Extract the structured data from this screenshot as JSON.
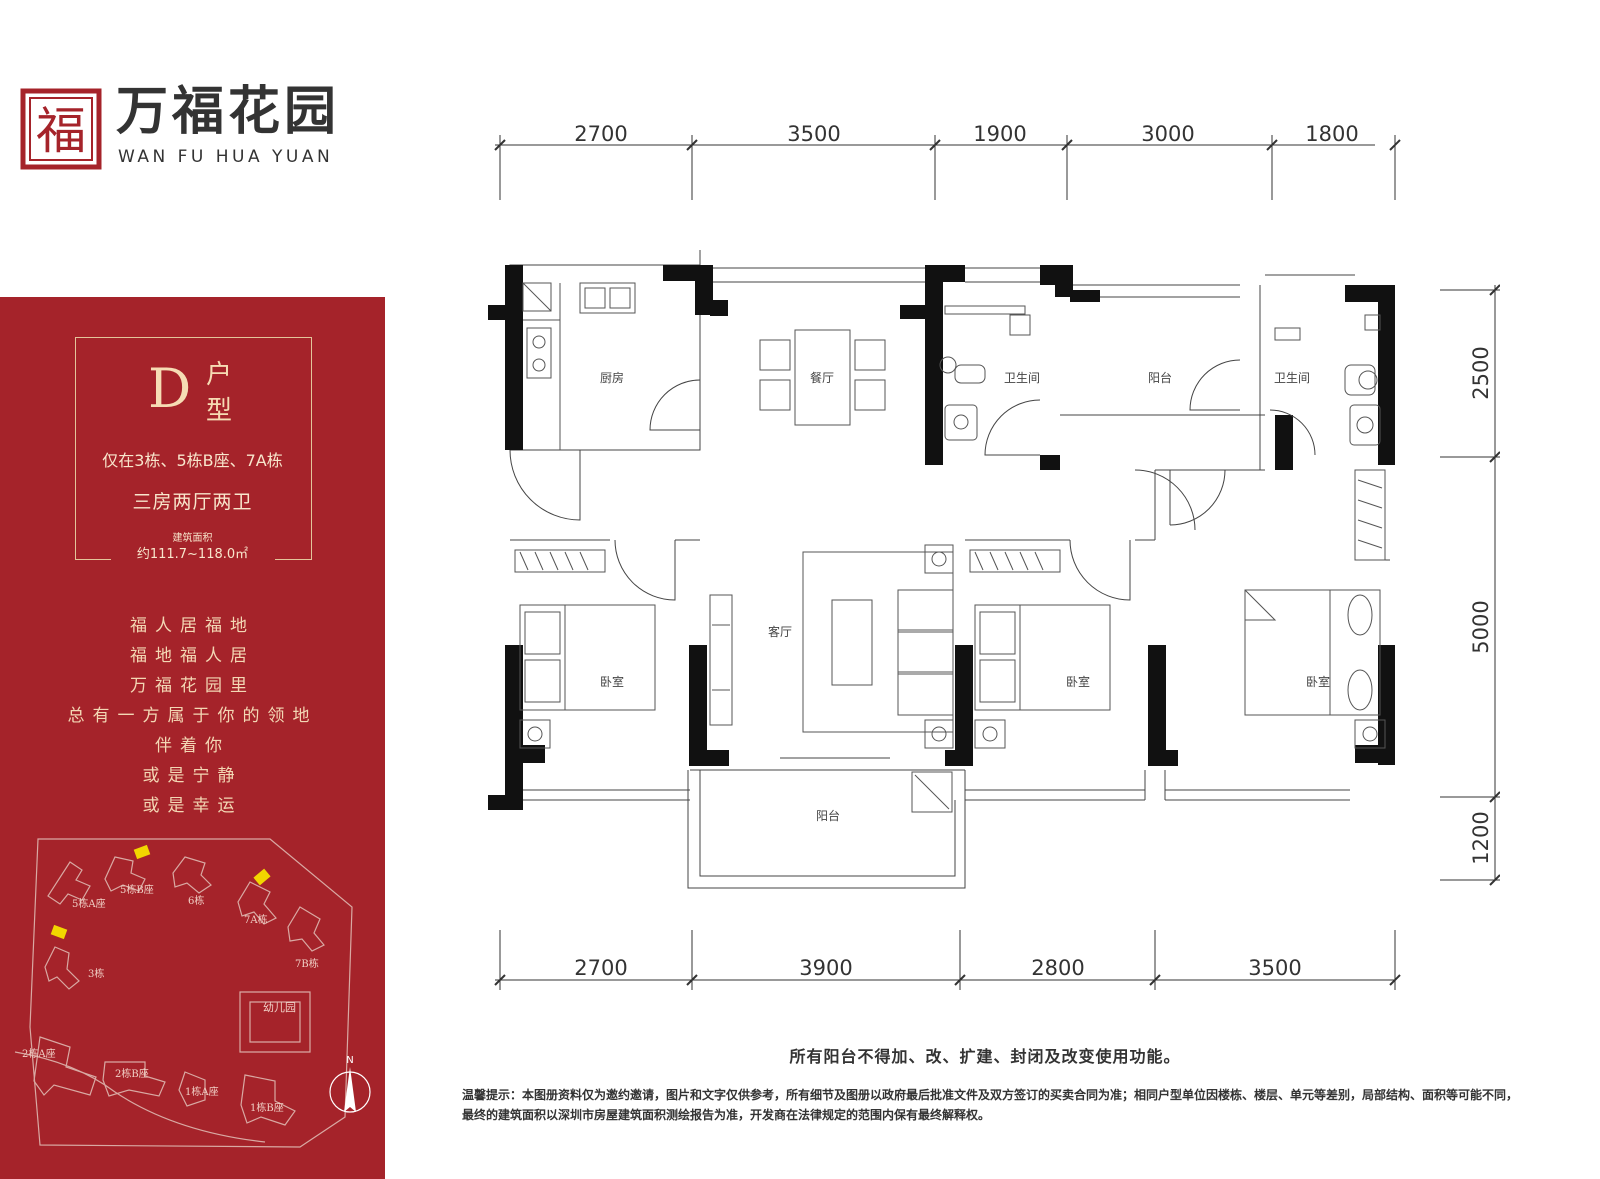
{
  "logo": {
    "seal_char": "福",
    "name_cn": "万福花园",
    "name_en": "WAN FU HUA YUAN"
  },
  "panel": {
    "unit_letter": "D",
    "unit_hu": "户",
    "unit_xing": "型",
    "applies_to": "仅在3栋、5栋B座、7A栋",
    "layout_type": "三房两厅两卫",
    "area_label": "建筑面积",
    "area_value": "约111.7~118.0㎡",
    "poem": [
      "福人居福地",
      "福地福人居",
      "万福花园里",
      "总有一方属于你的领地",
      "伴着你",
      "或是宁静",
      "或是幸运"
    ],
    "site_labels": {
      "b5a": "5栋A座",
      "b5b": "5栋B座",
      "b6": "6栋",
      "b7a": "7A栋",
      "b7b": "7B栋",
      "b3": "3栋",
      "kindergarten": "幼儿园",
      "b2a": "2栋A座",
      "b2b": "2栋B座",
      "b1a": "1栋A座",
      "b1b": "1栋B座",
      "north": "N"
    },
    "colors": {
      "panel": "#a5232a",
      "gold": "#e3c59a",
      "highlight": "#f2d600"
    }
  },
  "plan": {
    "top_dims": [
      "2700",
      "3500",
      "1900",
      "3000",
      "1800"
    ],
    "bottom_dims": [
      "2700",
      "3900",
      "2800",
      "3500"
    ],
    "right_dims": [
      "2500",
      "5000",
      "1200"
    ],
    "rooms": {
      "kitchen": "厨房",
      "dining": "餐厅",
      "bath1": "卫生间",
      "balcony_n": "阳台",
      "bath2": "卫生间",
      "living": "客厅",
      "bed1": "卧室",
      "bed2": "卧室",
      "bed3": "卧室",
      "balcony_s": "阳台"
    }
  },
  "notes": {
    "balcony": "所有阳台不得加、改、扩建、封闭及改变使用功能。",
    "tip": "温馨提示：本图册资料仅为邀约邀请，图片和文字仅供参考，所有细节及图册以政府最后批准文件及双方签订的买卖合同为准；相同户型单位因楼栋、楼层、单元等差别，局部结构、面积等可能不同，最终的建筑面积以深圳市房屋建筑面积测绘报告为准，开发商在法律规定的范围内保有最终解释权。"
  }
}
